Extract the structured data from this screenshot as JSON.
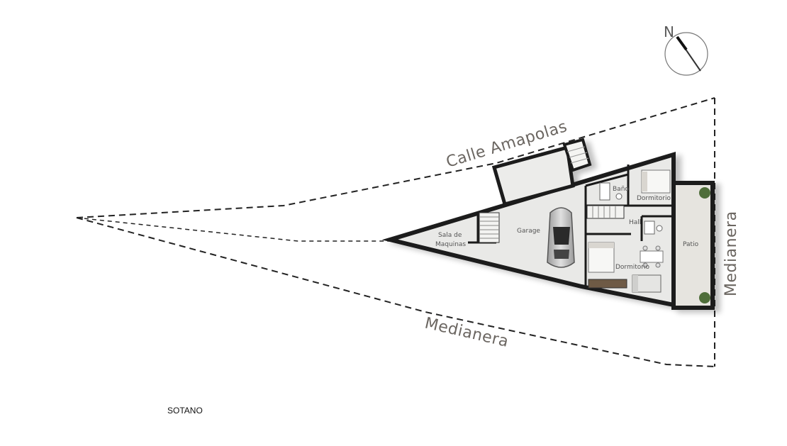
{
  "plan": {
    "sheet_label": "SOTANO",
    "compass_letter": "N",
    "street_label": "Calle Amapolas",
    "boundary_bottom_label": "Medianera",
    "boundary_right_label": "Medianera",
    "rooms": {
      "sala_line1": "Sala de",
      "sala_line2": "Maquinas",
      "garage": "Garage",
      "bano": "Baño",
      "dormitorio_top": "Dormitorio",
      "hall": "Hall",
      "dormitorio_bottom": "Dormitorio",
      "patio": "Patio"
    }
  },
  "colors": {
    "wall": "#1a1a1a",
    "floor": "#e9e9e7",
    "patio_floor": "#e6e4df",
    "dashed_line": "#222222",
    "label_big": "#6b6661"
  }
}
